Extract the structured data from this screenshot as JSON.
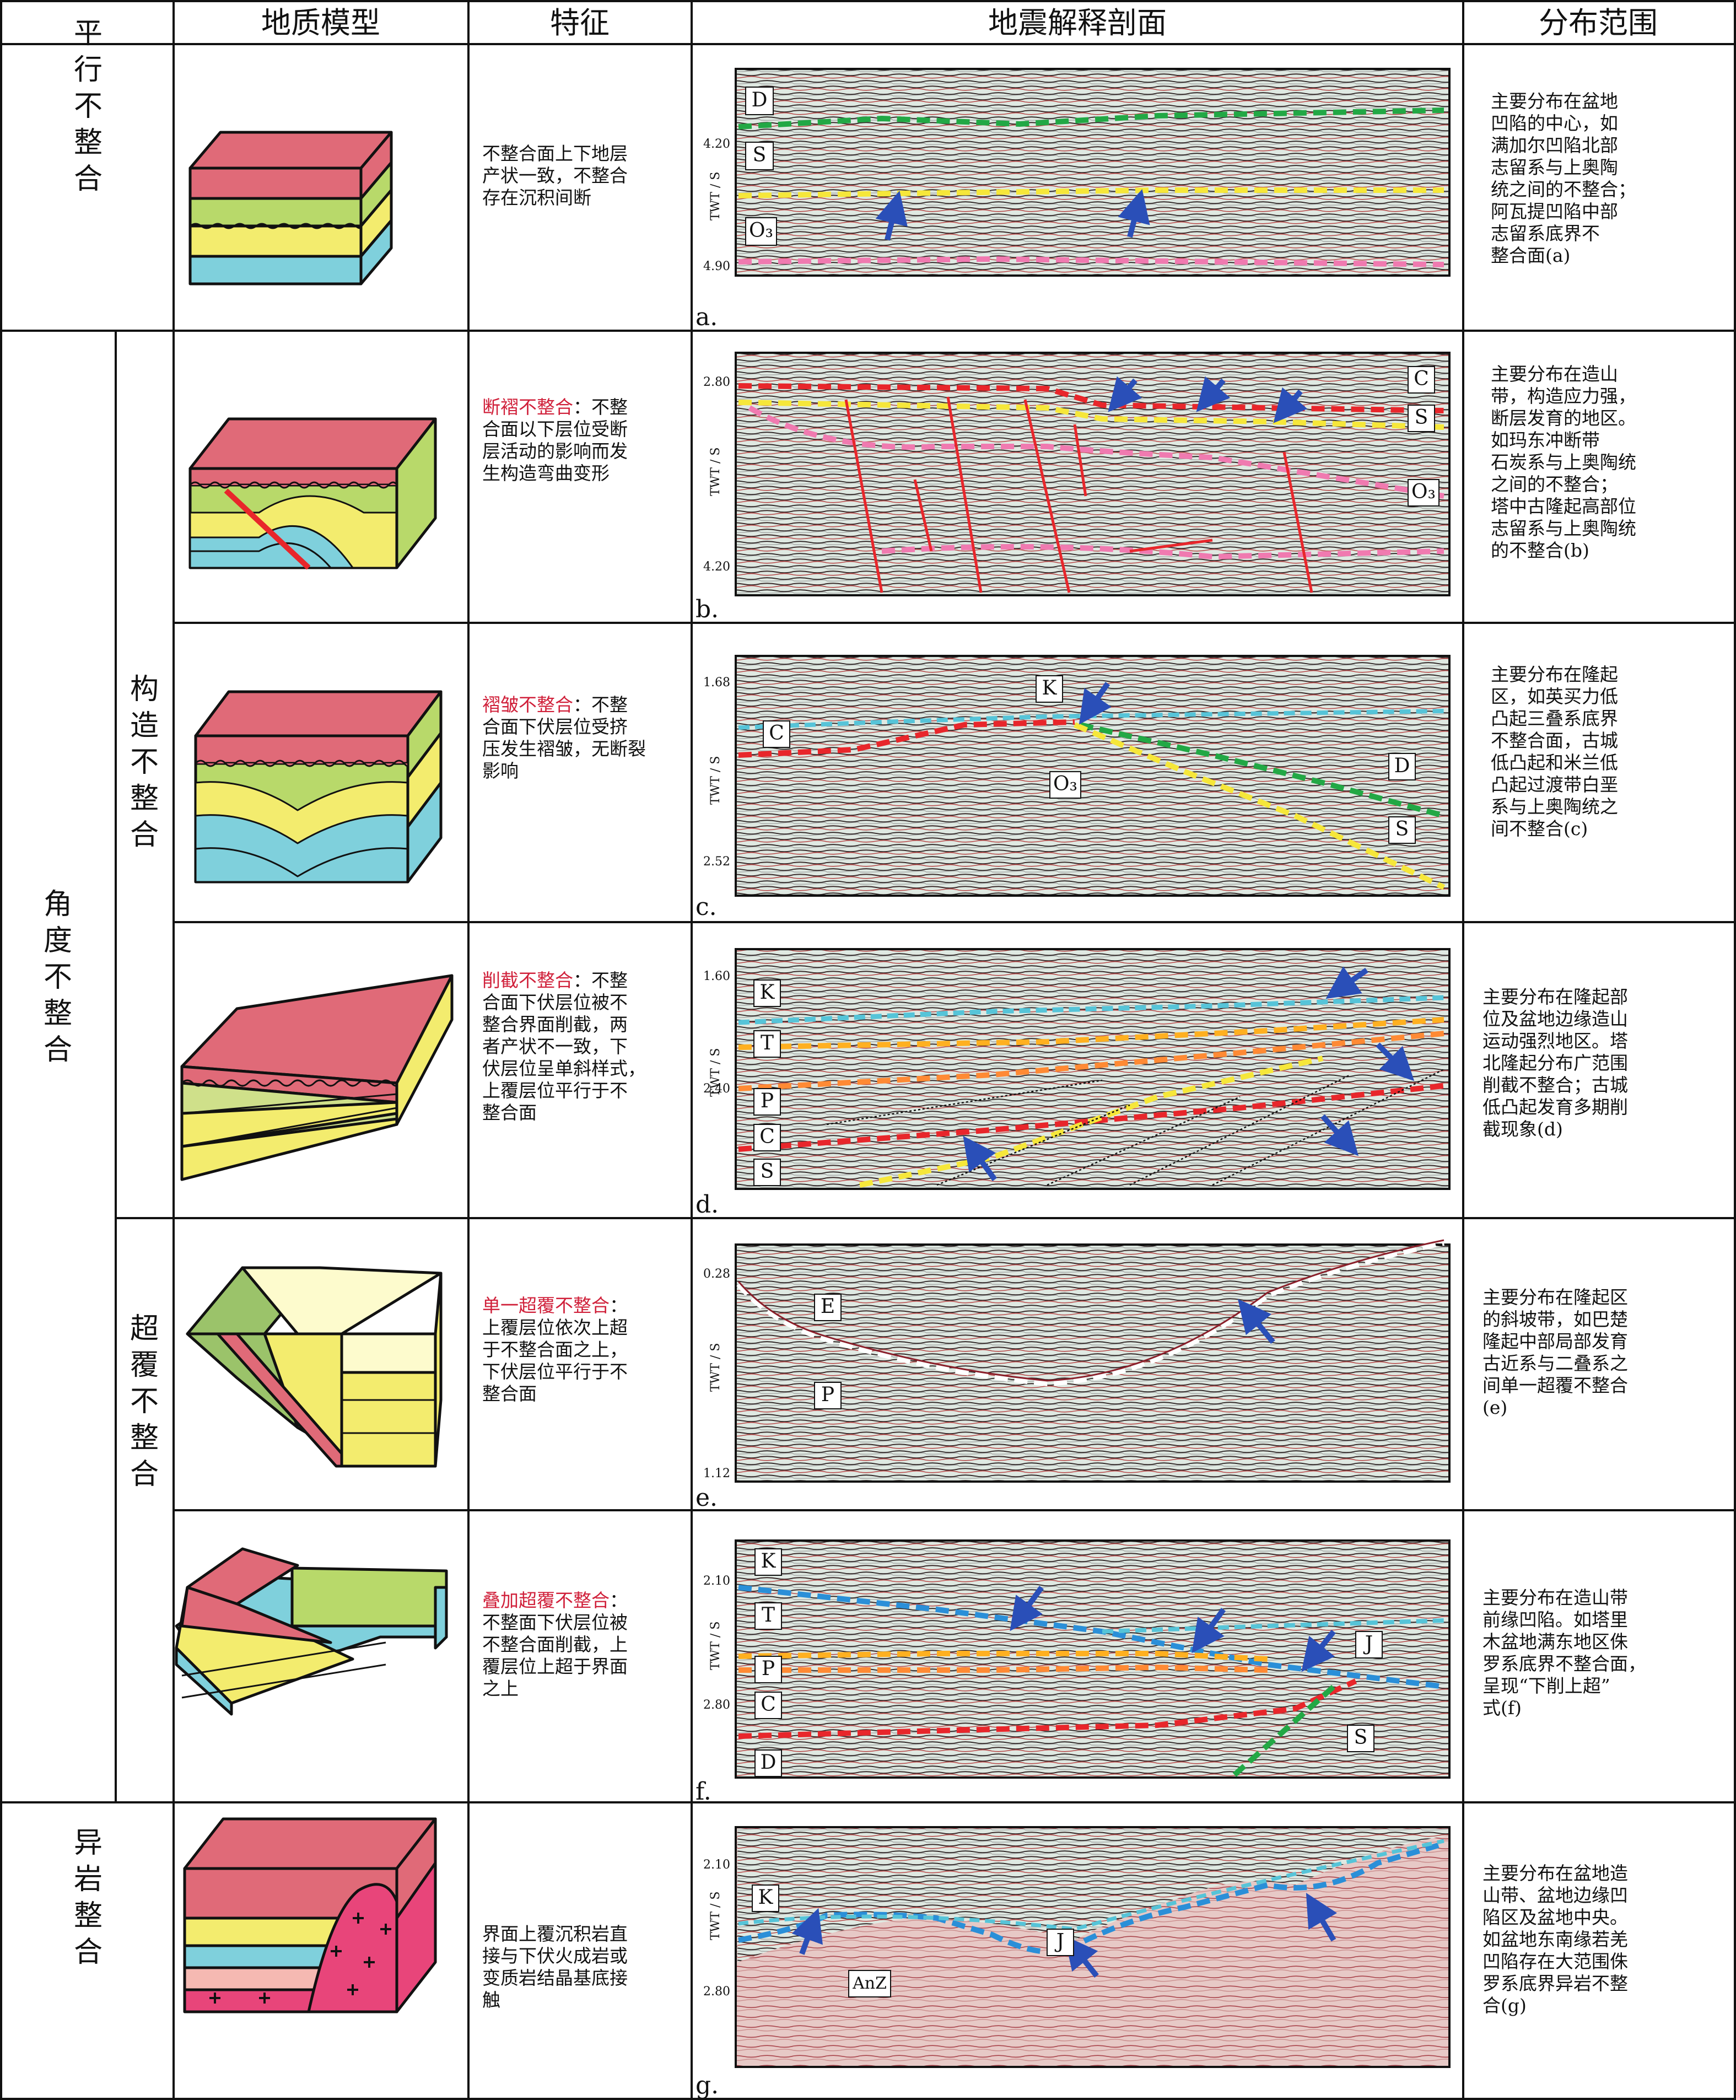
{
  "headers": [
    "地质模型",
    "特征",
    "地震解释剖面",
    "分布范围"
  ],
  "categories": {
    "parallel": "平行不整合",
    "angular": "角度不整合",
    "structural": "构造不整合",
    "onlap": "超覆不整合",
    "nonconformity": "异岩整合"
  },
  "axis_label": "TWT / S",
  "rows": [
    {
      "id": "a",
      "panel_label": "a.",
      "feature_lead": "",
      "feature_lines": [
        "不整合面上下地层",
        "产状一致，不整合",
        "存在沉积间断"
      ],
      "distribution_lines": [
        "主要分布在盆地",
        "凹陷的中心，如",
        "满加尔凹陷北部",
        "志留系与上奥陶",
        "统之间的不整合；",
        "阿瓦提凹陷中部",
        "志留系底界不",
        "整合面(a)"
      ],
      "ticks": [
        "4.20",
        "4.90"
      ],
      "strata": [
        "D",
        "S",
        "O₃"
      ]
    },
    {
      "id": "b",
      "panel_label": "b.",
      "feature_lead": "断褶不整合",
      "feature_lines": [
        "：不整",
        "合面以下层位受断",
        "层活动的影响而发",
        "生构造弯曲变形"
      ],
      "distribution_lines": [
        "主要分布在造山",
        "带，构造应力强，",
        "断层发育的地区。",
        "如玛东冲断带",
        "石炭系与上奥陶统",
        "之间的不整合；",
        "塔中古隆起高部位",
        "志留系与上奥陶统",
        "的不整合(b)"
      ],
      "ticks": [
        "2.80",
        "4.20"
      ],
      "strata": [
        "C",
        "S",
        "O₃"
      ]
    },
    {
      "id": "c",
      "panel_label": "c.",
      "feature_lead": "褶皱不整合",
      "feature_lines": [
        "：不整",
        "合面下伏层位受挤",
        "压发生褶皱，无断裂",
        "影响"
      ],
      "distribution_lines": [
        "主要分布在隆起",
        "区，如英买力低",
        "凸起三叠系底界",
        "不整合面，古城",
        "低凸起和米兰低",
        "凸起过渡带白垩",
        "系与上奥陶统之",
        "间不整合(c)"
      ],
      "ticks": [
        "1.68",
        "2.52"
      ],
      "strata": [
        "K",
        "C",
        "O₃",
        "D",
        "S"
      ]
    },
    {
      "id": "d",
      "panel_label": "d.",
      "feature_lead": "削截不整合",
      "feature_lines": [
        "：不整",
        "合面下伏层位被不",
        "整合界面削截，两",
        "者产状不一致，下",
        "伏层位呈单斜样式，",
        "上覆层位平行于不",
        "整合面"
      ],
      "distribution_lines": [
        "主要分布在隆起部",
        "位及盆地边缘造山",
        "运动强烈地区。塔",
        "北隆起分布广范围",
        "削截不整合；古城",
        "低凸起发育多期削",
        "截现象(d)"
      ],
      "ticks": [
        "1.60",
        "2.40"
      ],
      "strata": [
        "K",
        "T",
        "P",
        "C",
        "S"
      ]
    },
    {
      "id": "e",
      "panel_label": "e.",
      "feature_lead": "单一超覆不整合",
      "feature_lines": [
        "：",
        "上覆层位依次上超",
        "于不整合面之上，",
        "下伏层位平行于不",
        "整合面"
      ],
      "distribution_lines": [
        "主要分布在隆起区",
        "的斜坡带，如巴楚",
        "隆起中部局部发育",
        "古近系与二叠系之",
        "间单一超覆不整合",
        "(e)"
      ],
      "ticks": [
        "0.28",
        "1.12"
      ],
      "strata": [
        "E",
        "P"
      ]
    },
    {
      "id": "f",
      "panel_label": "f.",
      "feature_lead": "叠加超覆不整合",
      "feature_lines": [
        "：",
        "不整面下伏层位被",
        "不整合面削截，上",
        "覆层位上超于界面",
        "之上"
      ],
      "distribution_lines": [
        "主要分布在造山带",
        "前缘凹陷。如塔里",
        "木盆地满东地区侏",
        "罗系底界不整合面，",
        "呈现“下削上超”",
        "式(f)"
      ],
      "ticks": [
        "2.10",
        "2.80"
      ],
      "strata": [
        "K",
        "T",
        "P",
        "C",
        "D",
        "J",
        "S"
      ]
    },
    {
      "id": "g",
      "panel_label": "g.",
      "feature_lead": "",
      "feature_lines": [
        "界面上覆沉积岩直",
        "接与下伏火成岩或",
        "变质岩结晶基底接",
        "触"
      ],
      "distribution_lines": [
        "主要分布在盆地造",
        "山带、盆地边缘凹",
        "陷区及盆地中央。",
        "如盆地东南缘若羌",
        "凹陷存在大范围侏",
        "罗系底界异岩不整",
        "合(g)"
      ],
      "ticks": [
        "2.10",
        "2.80"
      ],
      "strata": [
        "K",
        "J",
        "AnZ"
      ]
    }
  ],
  "colors": {
    "pink": "#e06a78",
    "green": "#b8d96a",
    "yellow": "#f3ec6e",
    "blue": "#7fd0dc",
    "palepink": "#f5b9b2",
    "cream": "#fdfbcd",
    "red_line": "#e8262b",
    "blue_arrow": "#2a4fb8"
  }
}
